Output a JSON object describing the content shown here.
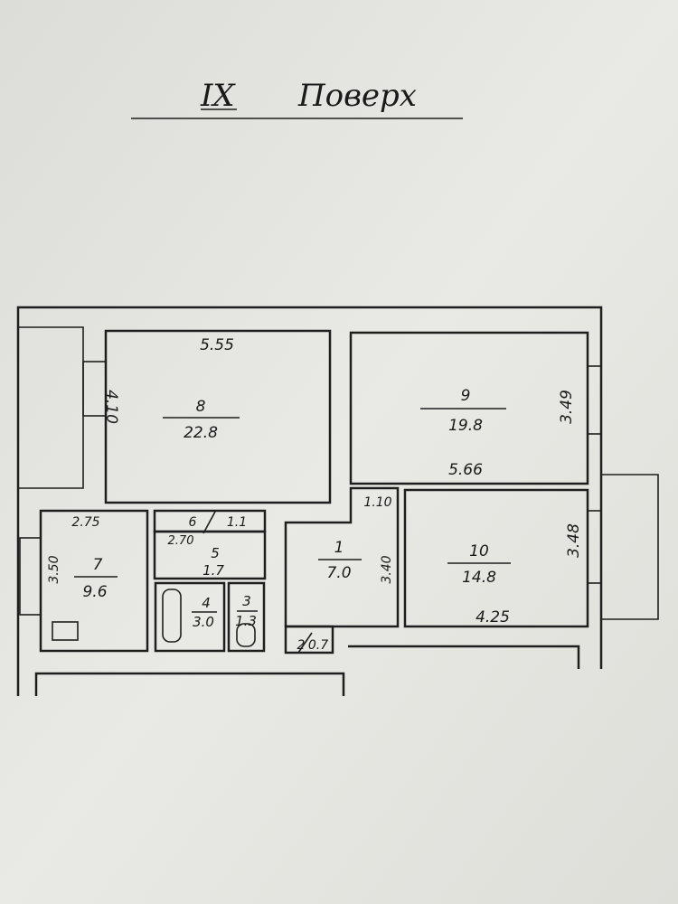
{
  "title": {
    "floor_numeral": "IX",
    "floor_word": "Поверх"
  },
  "rooms": [
    {
      "number": "8",
      "area": "22.8",
      "dims": [
        "5.55",
        "4.10"
      ]
    },
    {
      "number": "9",
      "area": "19.8",
      "dims": [
        "5.66",
        "3.49"
      ]
    },
    {
      "number": "10",
      "area": "14.8",
      "dims": [
        "4.25",
        "3.48"
      ]
    },
    {
      "number": "1",
      "area": "7.0",
      "dims": [
        "1.10",
        "3.40"
      ]
    },
    {
      "number": "2",
      "area": "0.7"
    },
    {
      "number": "7",
      "area": "9.6",
      "dims": [
        "2.75",
        "3.50"
      ]
    },
    {
      "number": "6",
      "area": "1.1"
    },
    {
      "number": "5",
      "area": "1.7",
      "dims": [
        "2.70"
      ]
    },
    {
      "number": "4",
      "area": "3.0"
    },
    {
      "number": "3",
      "area": "1.3"
    }
  ]
}
